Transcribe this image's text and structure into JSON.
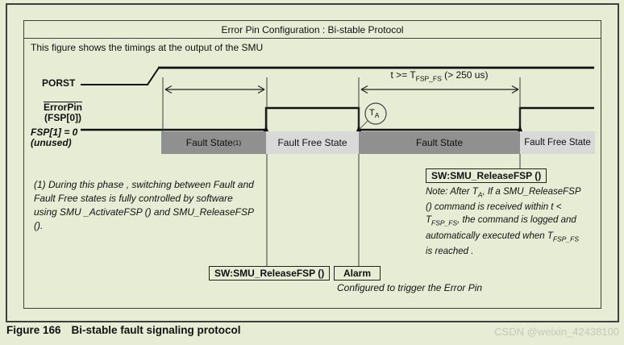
{
  "figure": {
    "title": "Error Pin Configuration : Bi-stable Protocol",
    "subtitle": "This figure shows the timings at the output of the SMU",
    "caption_number": "Figure 166",
    "caption_text": "Bi-stable fault signaling protocol",
    "watermark": "CSDN @weixin_42438100"
  },
  "signals": {
    "porst": "PORST",
    "errorpin_line1": "ErrorPin",
    "errorpin_line2": "(FSP[0])",
    "fsp1_line1": "FSP[1] = 0",
    "fsp1_line2": "(unused)"
  },
  "timing": {
    "label_pre": "t >= T",
    "label_sub": "FSP_FS",
    "label_post": " (> 250 us)",
    "ta_pre": "T",
    "ta_sub": "A"
  },
  "states": {
    "s1_label": "Fault State ",
    "s1_sup": "(1)",
    "s2_label": "Fault Free State",
    "s3_label": "Fault State",
    "s4_label": "Fault Free State"
  },
  "boxes": {
    "sw_release_bottom": "SW:SMU_ReleaseFSP ()",
    "sw_release_right": "SW:SMU_ReleaseFSP ()",
    "alarm": "Alarm"
  },
  "notes": {
    "left": "(1) During this phase , switching between Fault and Fault Free states is fully controlled by software using SMU _ActivateFSP () and SMU_ReleaseFSP ().",
    "right_s1": "Note: After T",
    "right_sub1": "A",
    "right_s2": ", If a SMU_ReleaseFSP () command is received within t  < T",
    "right_sub2": "FSP_FS",
    "right_s3": ", the command is logged and automatically executed when  T",
    "right_sub3": "FSP_FS",
    "right_s4": " is reached .",
    "configured": "Configured to trigger the Error Pin"
  },
  "colors": {
    "background": "#e7ecd5",
    "bar_dark": "#909090",
    "bar_light": "#d9d9d9",
    "line": "#1a1a1a",
    "watermark": "#c3c9b8"
  }
}
